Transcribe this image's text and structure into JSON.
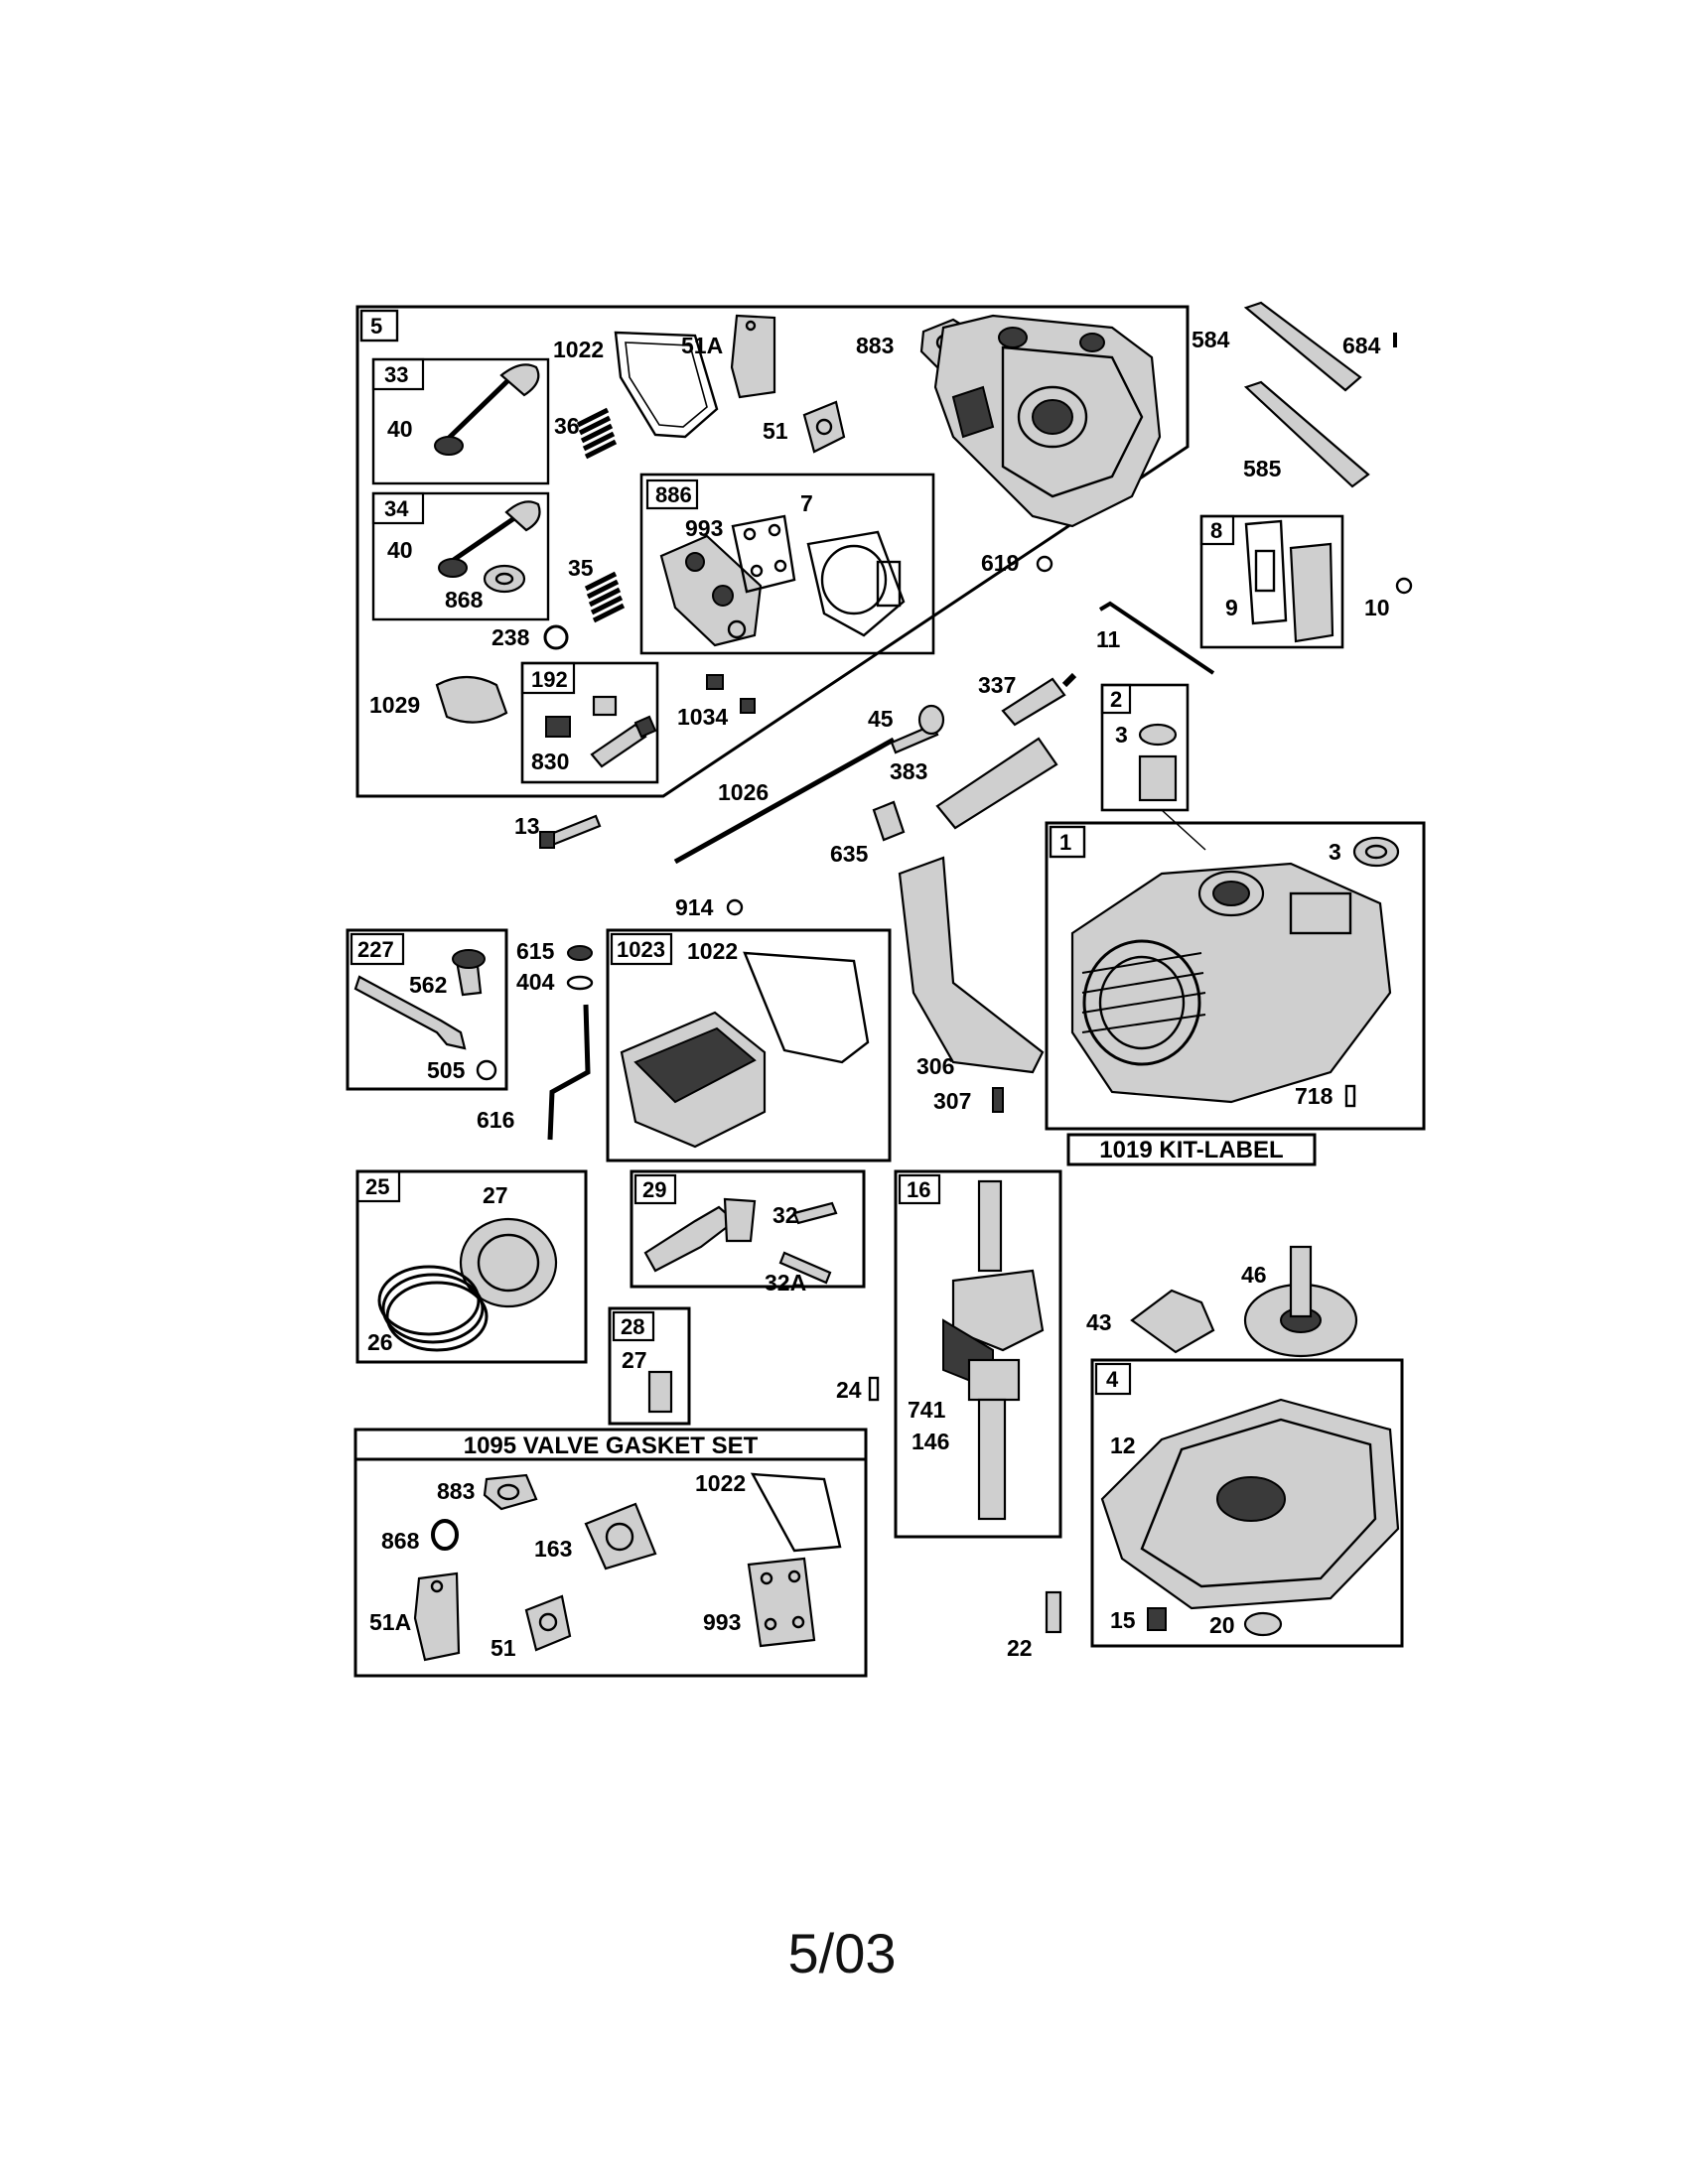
{
  "callouts": {
    "c5": "5",
    "c33": "33",
    "c40a": "40",
    "c34": "34",
    "c40b": "40",
    "c868a": "868",
    "c1022a": "1022",
    "c51Aa": "51A",
    "c883a": "883",
    "c36": "36",
    "c51a": "51",
    "c886": "886",
    "c993a": "993",
    "c7": "7",
    "c35": "35",
    "c238": "238",
    "c619": "619",
    "c1029": "1029",
    "c192": "192",
    "c830": "830",
    "c1034": "1034",
    "c584": "584",
    "c684": "684",
    "c585": "585",
    "c8": "8",
    "c9": "9",
    "c10": "10",
    "c11": "11",
    "c337": "337",
    "c45": "45",
    "c2": "2",
    "c3a": "3",
    "c383": "383",
    "c1026": "1026",
    "c13": "13",
    "c635": "635",
    "c914": "914",
    "c1": "1",
    "c3b": "3",
    "c227": "227",
    "c562": "562",
    "c505": "505",
    "c615": "615",
    "c404": "404",
    "c616": "616",
    "c1023": "1023",
    "c1022b": "1022",
    "c306": "306",
    "c307": "307",
    "c718": "718",
    "c25": "25",
    "c27a": "27",
    "c26": "26",
    "c29": "29",
    "c32": "32",
    "c32A": "32A",
    "c28": "28",
    "c27b": "27",
    "c16": "16",
    "c24": "24",
    "c741": "741",
    "c146": "146",
    "c43": "43",
    "c46": "46",
    "c4": "4",
    "c12": "12",
    "c15": "15",
    "c20": "20",
    "c22": "22",
    "c883b": "883",
    "c1022c": "1022",
    "c868b": "868",
    "c163": "163",
    "c51Ab": "51A",
    "c51b": "51",
    "c993b": "993"
  },
  "kit_label": "1019 KIT-LABEL",
  "gasket_set_title": "1095 VALVE GASKET SET",
  "footer_date": "5/03"
}
